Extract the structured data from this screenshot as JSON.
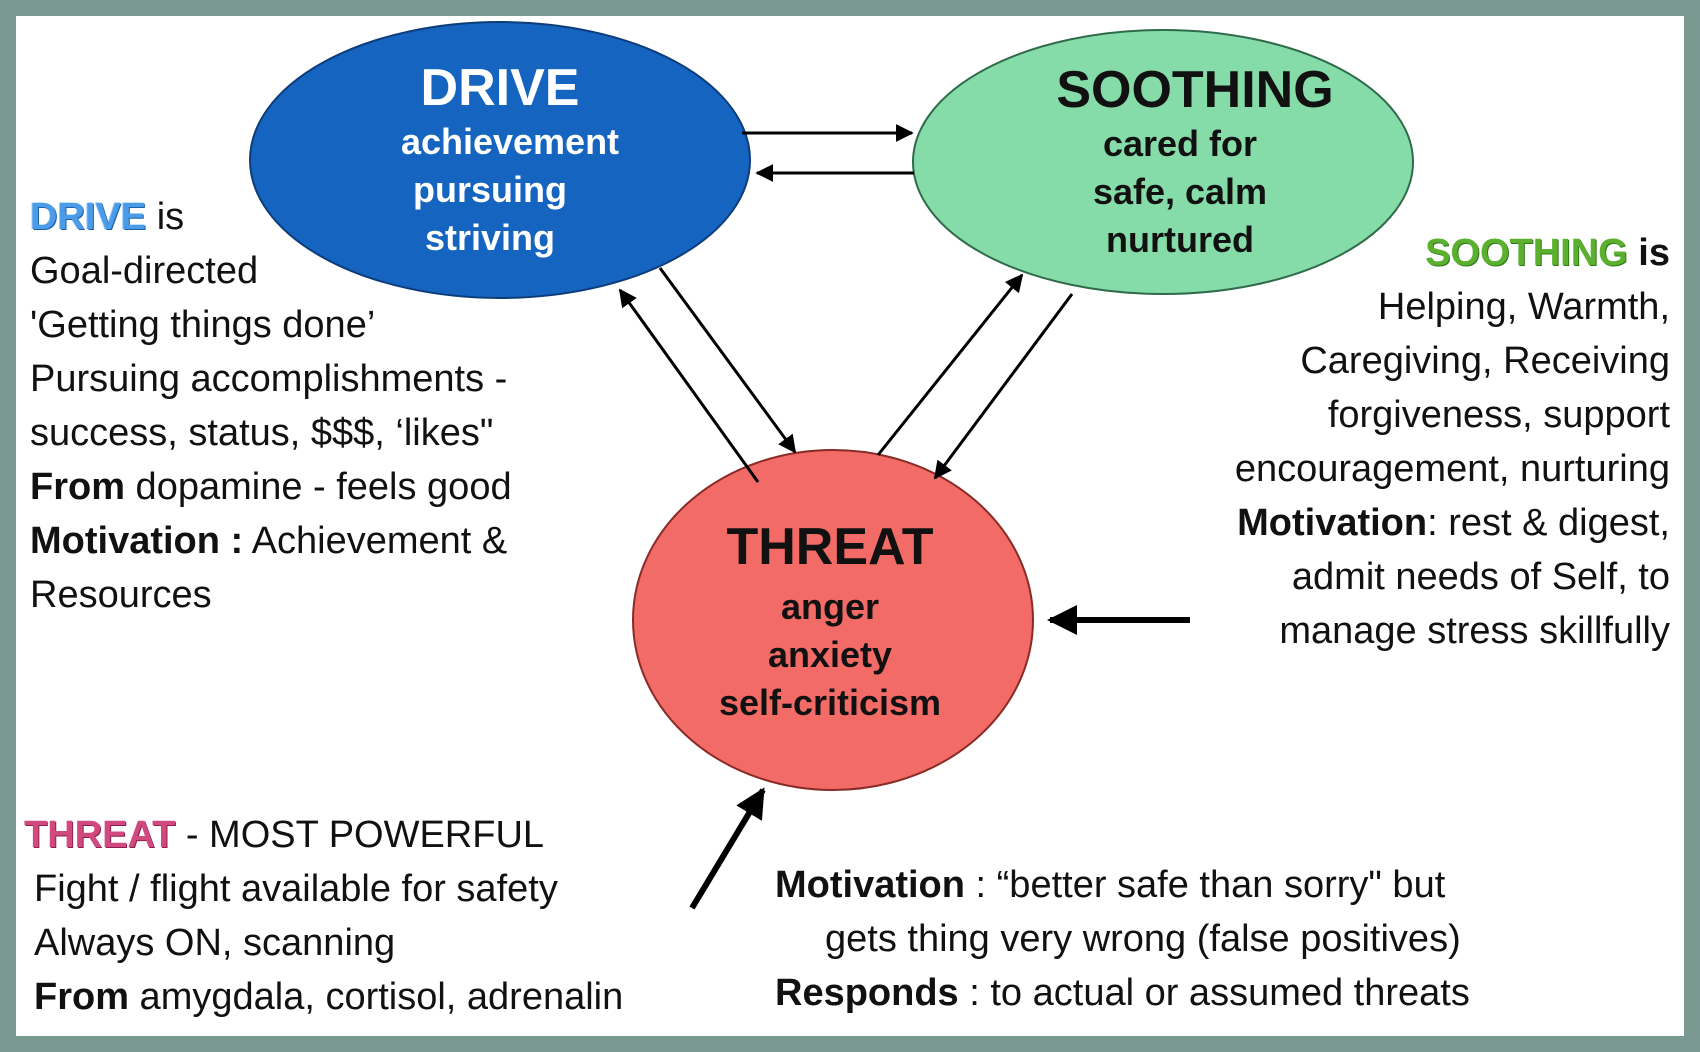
{
  "colors": {
    "frame": "#7a9a91",
    "drive_fill": "#1565c0",
    "soothing_fill": "#86dca9",
    "threat_fill": "#f26b66",
    "drive_keyword": "#4a9be8",
    "soothing_keyword": "#5bb030",
    "threat_keyword": "#d04a80"
  },
  "drive": {
    "title": "DRIVE",
    "lines": [
      "achievement",
      "pursuing",
      "striving"
    ]
  },
  "soothing": {
    "title": "SOOTHING",
    "lines": [
      "cared for",
      "safe, calm",
      "nurtured"
    ]
  },
  "threat": {
    "title": "THREAT",
    "lines": [
      "anger",
      "anxiety",
      "self-criticism"
    ]
  },
  "drive_panel": {
    "keyword": "DRIVE",
    "keyword_suffix": " is",
    "line1": "Goal-directed",
    "line2": "'Getting things done’",
    "line3": "Pursuing accomplishments -",
    "line4": "success, status, $$$, ‘likes\"",
    "from_bold": "From",
    "from_rest": " dopamine - feels good",
    "motivation_bold": "Motivation :",
    "motivation_rest": " Achievement &",
    "line7": "Resources"
  },
  "soothing_panel": {
    "keyword": "SOOTHING",
    "keyword_suffix": " is",
    "line1": "Helping, Warmth,",
    "line2": "Caregiving, Receiving",
    "line3": "forgiveness, support",
    "line4": "encouragement, nurturing",
    "motivation_bold": "Motivation",
    "motivation_rest": ": rest  & digest,",
    "line6": "admit needs of Self,  to",
    "line7": "manage stress skillfully"
  },
  "threat_panel": {
    "keyword": "THREAT",
    "keyword_suffix": " - MOST POWERFUL",
    "line1": "Fight / flight available for safety",
    "line2": "Always ON, scanning",
    "from_bold": "From",
    "from_rest": " amygdala, cortisol, adrenalin"
  },
  "threat_info": {
    "motivation_bold": "Motivation",
    "motivation_rest": " : “better safe than sorry\" but",
    "line2": "gets thing very wrong (false positives)",
    "responds_bold": "Responds",
    "responds_rest": " : to actual or assumed threats"
  }
}
